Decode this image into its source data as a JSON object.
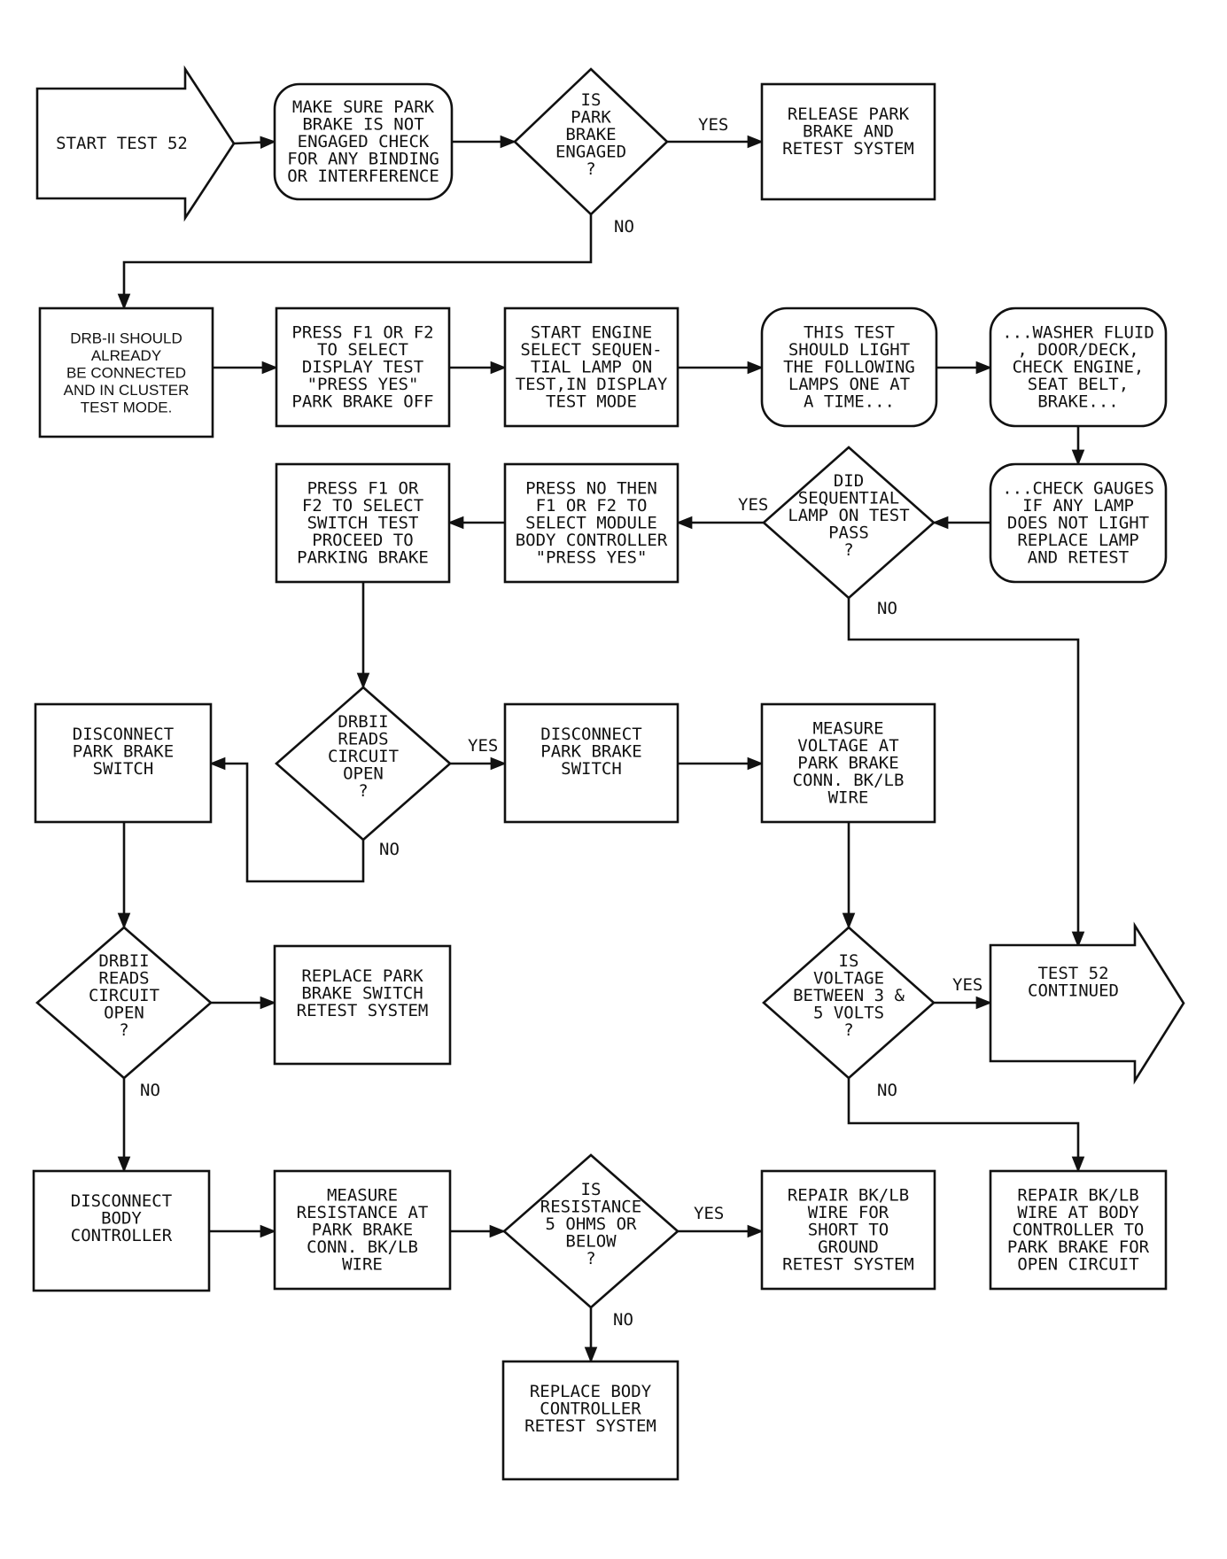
{
  "diagram": {
    "nodes": [
      {
        "id": "start",
        "type": "arrow-start",
        "lines": [
          "START TEST 52"
        ]
      },
      {
        "id": "n1",
        "type": "rounded",
        "lines": [
          "MAKE SURE PARK",
          "BRAKE IS NOT",
          "ENGAGED CHECK",
          "FOR ANY BINDING",
          "OR INTERFERENCE"
        ]
      },
      {
        "id": "d1",
        "type": "diamond",
        "lines": [
          "IS",
          "PARK",
          "BRAKE",
          "ENGAGED",
          "?"
        ]
      },
      {
        "id": "n2",
        "type": "rect",
        "lines": [
          "RELEASE PARK",
          "BRAKE AND",
          "RETEST SYSTEM"
        ]
      },
      {
        "id": "n3",
        "type": "rect",
        "lines": [
          "DRB-II SHOULD",
          "ALREADY",
          "BE CONNECTED",
          "AND IN CLUSTER",
          "TEST MODE."
        ]
      },
      {
        "id": "n4",
        "type": "rect",
        "lines": [
          "PRESS F1 OR F2",
          "TO SELECT",
          "DISPLAY TEST",
          "\"PRESS YES\"",
          "PARK BRAKE OFF"
        ]
      },
      {
        "id": "n5",
        "type": "rect",
        "lines": [
          "START ENGINE",
          "SELECT SEQUEN-",
          "TIAL LAMP ON",
          "TEST,IN DISPLAY",
          "TEST MODE"
        ]
      },
      {
        "id": "n6",
        "type": "rounded",
        "lines": [
          "THIS TEST",
          "SHOULD LIGHT",
          "THE FOLLOWING",
          "LAMPS ONE AT",
          "A TIME..."
        ]
      },
      {
        "id": "n7",
        "type": "rounded",
        "lines": [
          "...WASHER FLUID",
          ", DOOR/DECK,",
          "CHECK ENGINE,",
          "SEAT BELT,",
          "BRAKE..."
        ]
      },
      {
        "id": "n8",
        "type": "rounded",
        "lines": [
          "...CHECK GAUGES",
          "IF ANY LAMP",
          "DOES NOT LIGHT",
          "REPLACE LAMP",
          "AND RETEST"
        ]
      },
      {
        "id": "d2",
        "type": "diamond",
        "lines": [
          "DID",
          "SEQUENTIAL",
          "LAMP ON TEST",
          "PASS",
          "?"
        ]
      },
      {
        "id": "n9",
        "type": "rect",
        "lines": [
          "PRESS NO THEN",
          "F1 OR F2 TO",
          "SELECT MODULE",
          "BODY CONTROLLER",
          "\"PRESS YES\""
        ]
      },
      {
        "id": "n10",
        "type": "rect",
        "lines": [
          "PRESS F1 OR",
          "F2 TO SELECT",
          "SWITCH TEST",
          "PROCEED TO",
          "PARKING BRAKE"
        ]
      },
      {
        "id": "d3",
        "type": "diamond",
        "lines": [
          "DRBII",
          "READS",
          "CIRCUIT",
          "OPEN",
          "?"
        ]
      },
      {
        "id": "n11",
        "type": "rect",
        "lines": [
          "DISCONNECT",
          "PARK BRAKE",
          "SWITCH"
        ]
      },
      {
        "id": "n12",
        "type": "rect",
        "lines": [
          "DISCONNECT",
          "PARK BRAKE",
          "SWITCH"
        ]
      },
      {
        "id": "n13",
        "type": "rect",
        "lines": [
          "MEASURE",
          "VOLTAGE AT",
          "PARK BRAKE",
          "CONN. BK/LB",
          "WIRE"
        ]
      },
      {
        "id": "d4",
        "type": "diamond",
        "lines": [
          "DRBII",
          "READS",
          "CIRCUIT",
          "OPEN",
          "?"
        ]
      },
      {
        "id": "n14",
        "type": "rect",
        "lines": [
          "REPLACE PARK",
          "BRAKE SWITCH",
          "RETEST SYSTEM"
        ]
      },
      {
        "id": "d5",
        "type": "diamond",
        "lines": [
          "IS",
          "VOLTAGE",
          "BETWEEN 3 &",
          "5 VOLTS",
          "?"
        ]
      },
      {
        "id": "end",
        "type": "arrow-end",
        "lines": [
          "TEST 52",
          "CONTINUED"
        ]
      },
      {
        "id": "n15",
        "type": "rect",
        "lines": [
          "DISCONNECT",
          "BODY",
          "CONTROLLER"
        ]
      },
      {
        "id": "n16",
        "type": "rect",
        "lines": [
          "MEASURE",
          "RESISTANCE AT",
          "PARK BRAKE",
          "CONN. BK/LB",
          "WIRE"
        ]
      },
      {
        "id": "d6",
        "type": "diamond",
        "lines": [
          "IS",
          "RESISTANCE",
          "5 OHMS OR",
          "BELOW",
          "?"
        ]
      },
      {
        "id": "n17",
        "type": "rect",
        "lines": [
          "REPAIR BK/LB",
          "WIRE FOR",
          "SHORT TO",
          "GROUND",
          "RETEST SYSTEM"
        ]
      },
      {
        "id": "n18",
        "type": "rect",
        "lines": [
          "REPAIR BK/LB",
          "WIRE AT BODY",
          "CONTROLLER TO",
          "PARK BRAKE FOR",
          "OPEN CIRCUIT"
        ]
      },
      {
        "id": "n19",
        "type": "rect",
        "lines": [
          "REPLACE BODY",
          "CONTROLLER",
          "RETEST SYSTEM"
        ]
      }
    ],
    "edge_labels": [
      {
        "id": "d1-yes",
        "text": "YES"
      },
      {
        "id": "d1-no",
        "text": "NO"
      },
      {
        "id": "d2-yes",
        "text": "YES"
      },
      {
        "id": "d2-no",
        "text": "NO"
      },
      {
        "id": "d3-yes",
        "text": "YES"
      },
      {
        "id": "d3-no",
        "text": "NO"
      },
      {
        "id": "d4-no",
        "text": "NO"
      },
      {
        "id": "d5-yes",
        "text": "YES"
      },
      {
        "id": "d5-no",
        "text": "NO"
      },
      {
        "id": "d6-yes",
        "text": "YES"
      },
      {
        "id": "d6-no",
        "text": "NO"
      }
    ]
  }
}
